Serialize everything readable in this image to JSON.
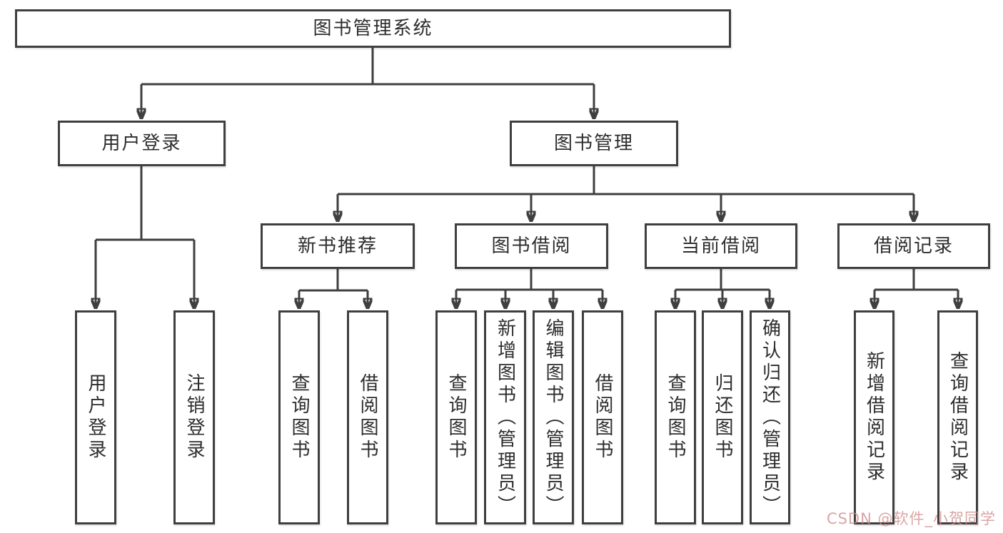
{
  "tree": {
    "root": "图书管理系统",
    "level1": [
      {
        "label": "用户登录",
        "children": [
          {
            "label": "用户登录"
          },
          {
            "label": "注销登录"
          }
        ]
      },
      {
        "label": "图书管理",
        "children": [
          {
            "label": "新书推荐",
            "children": [
              {
                "label": "查询图书"
              },
              {
                "label": "借阅图书"
              }
            ]
          },
          {
            "label": "图书借阅",
            "children": [
              {
                "label": "查询图书"
              },
              {
                "label": "新增图书（管理员）"
              },
              {
                "label": "编辑图书（管理员）"
              },
              {
                "label": "借阅图书"
              }
            ]
          },
          {
            "label": "当前借阅",
            "children": [
              {
                "label": "查询图书"
              },
              {
                "label": "归还图书"
              },
              {
                "label": "确认归还（管理员）"
              }
            ]
          },
          {
            "label": "借阅记录",
            "children": [
              {
                "label": "新增借阅记录"
              },
              {
                "label": "查询借阅记录"
              }
            ]
          }
        ]
      }
    ]
  },
  "watermark": "CSDN @软件_小贺同学",
  "colors": {
    "line": "#3f3f3f",
    "text": "#2d2d2d",
    "box_background": "#ffffff",
    "watermark": "#cf8c8c",
    "background": "#ffffff"
  }
}
